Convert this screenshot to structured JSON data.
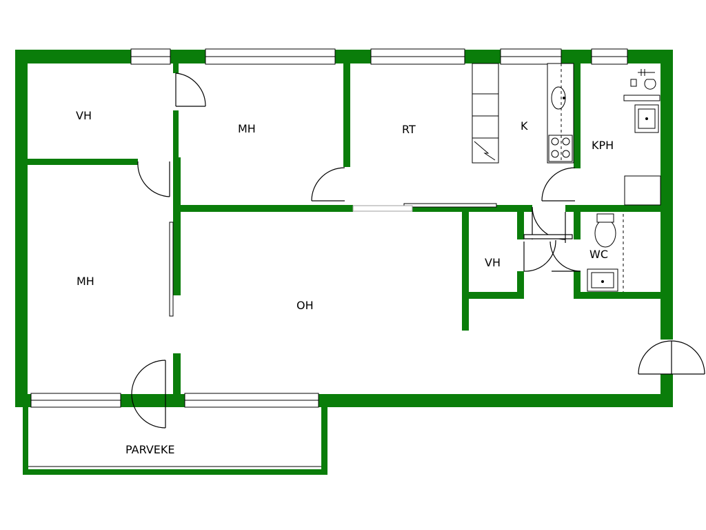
{
  "plan": {
    "wall_color": "#0a7d0a",
    "line_color": "#000000",
    "rooms": {
      "vh_top_left": "VH",
      "mh_top": "MH",
      "rt": "RT",
      "k": "K",
      "kph": "KPH",
      "mh_left": "MH",
      "oh": "OH",
      "vh_mid": "VH",
      "wc": "WC",
      "parveke": "PARVEKE"
    }
  }
}
